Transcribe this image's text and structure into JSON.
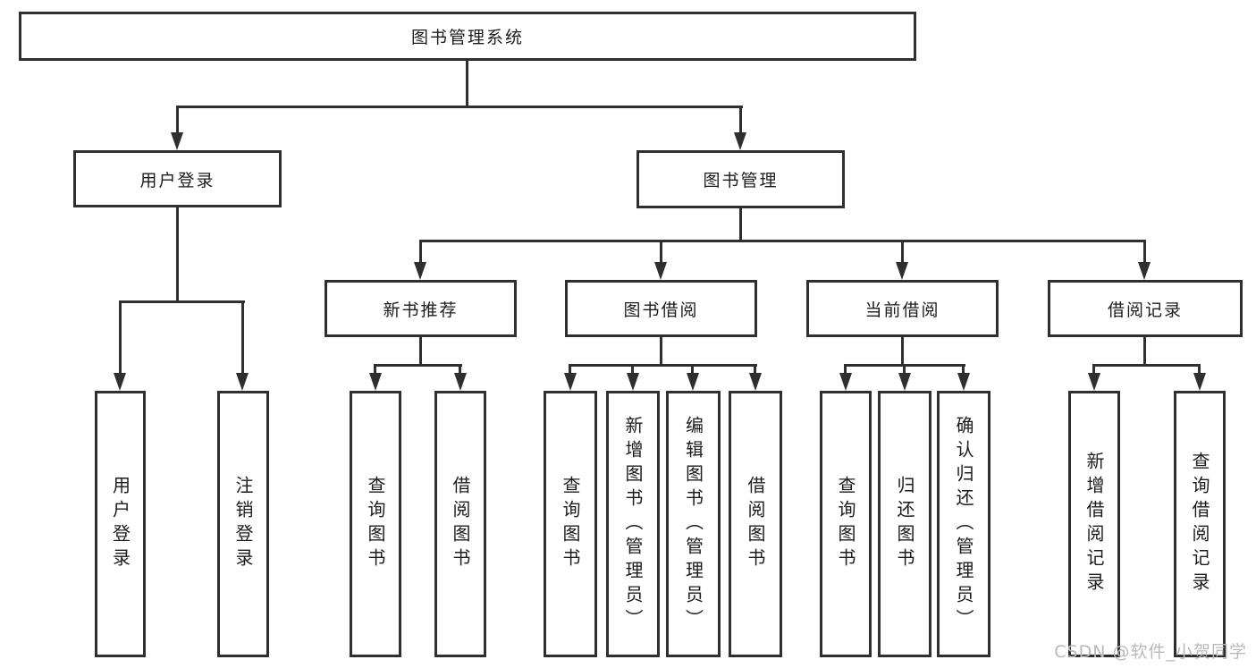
{
  "diagram": {
    "root": "图书管理系统",
    "branches": [
      {
        "label": "用户登录",
        "children": [
          "用户登录",
          "注销登录"
        ]
      },
      {
        "label": "图书管理",
        "children": [
          {
            "label": "新书推荐",
            "children": [
              "查询图书",
              "借阅图书"
            ]
          },
          {
            "label": "图书借阅",
            "children": [
              "查询图书",
              "新增图书（管理员）",
              "编辑图书（管理员）",
              "借阅图书"
            ]
          },
          {
            "label": "当前借阅",
            "children": [
              "查询图书",
              "归还图书",
              "确认归还（管理员）"
            ]
          },
          {
            "label": "借阅记录",
            "children": [
              "新增借阅记录",
              "查询借阅记录"
            ]
          }
        ]
      }
    ]
  },
  "watermark": "CSDN @软件_小贺同学",
  "colors": {
    "line": "#2f2f2f",
    "text": "#1c1c1c",
    "watermark": "#b9b9b9",
    "background": "#ffffff"
  }
}
